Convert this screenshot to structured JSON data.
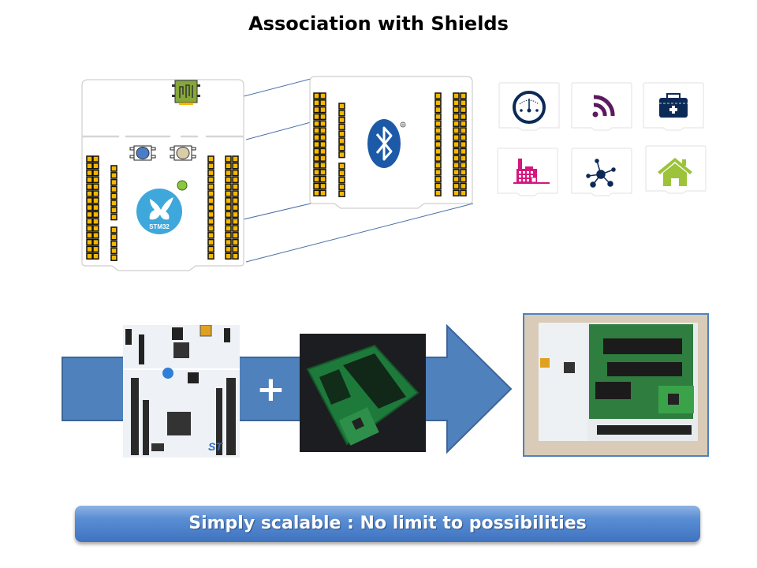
{
  "title": "Association with Shields",
  "board_diagram": {
    "mcu_logo_text": "STM32",
    "shield_logo": "bluetooth-logo",
    "shield_logo_mark": "®"
  },
  "application_icons": [
    {
      "name": "gauge-icon",
      "color": "#0b2a57"
    },
    {
      "name": "rss-wireless-icon",
      "color": "#5c1a5e"
    },
    {
      "name": "medical-kit-icon",
      "color": "#0b2a57"
    },
    {
      "name": "factory-icon",
      "color": "#d6157f"
    },
    {
      "name": "network-hub-icon",
      "color": "#0b2a57"
    },
    {
      "name": "home-icon",
      "color": "#9cc33a"
    }
  ],
  "assembly": {
    "plus_symbol": "+",
    "nucleo_brand": "ST",
    "arrow_color": "#4f81bd"
  },
  "banner": {
    "text": "Simply scalable : No limit to possibilities"
  },
  "colors": {
    "accent_blue": "#4f81bd",
    "pin_yellow": "#f5b800",
    "stm32_blue": "#3ea8dc",
    "bluetooth_blue": "#1c5aa8"
  }
}
